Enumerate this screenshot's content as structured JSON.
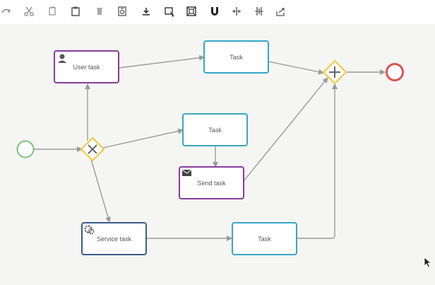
{
  "toolbar": {
    "buttons": [
      {
        "name": "redo-icon"
      },
      {
        "name": "cut-icon"
      },
      {
        "name": "copy-icon"
      },
      {
        "name": "paste-icon"
      },
      {
        "name": "delete-icon"
      },
      {
        "name": "export-icon"
      },
      {
        "name": "download-icon"
      },
      {
        "name": "select-icon"
      },
      {
        "name": "fit-icon"
      },
      {
        "name": "magnet-icon"
      },
      {
        "name": "align-horizontal-icon"
      },
      {
        "name": "align-vertical-icon"
      },
      {
        "name": "share-icon"
      }
    ]
  },
  "diagram": {
    "user_task": "User task",
    "task_top": "Task",
    "task_middle": "Task",
    "send_task": "Send task",
    "service_task": "Service task",
    "task_bottom": "Task"
  },
  "colors": {
    "start_event": "#7cc47c",
    "end_event": "#d9534f",
    "gateway": "#f0c93c",
    "task_blue": "#39a6c6",
    "task_purple": "#8a3a9c",
    "task_dark_blue": "#3b5c8c",
    "flow": "#9a9a9a"
  }
}
